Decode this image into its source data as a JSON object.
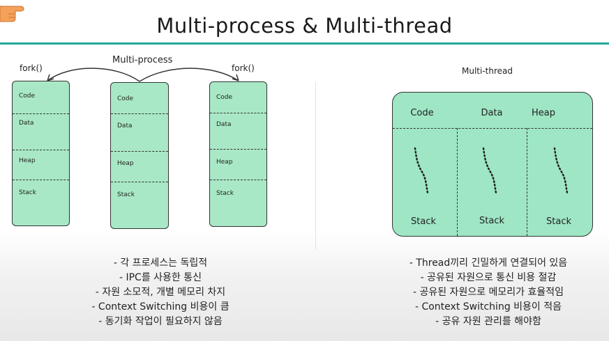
{
  "title": "Multi-process & Multi-thread",
  "multi_process": {
    "heading": "Multi-process",
    "fork_left": "fork()",
    "fork_right": "fork()",
    "segments": [
      "Code",
      "Data",
      "Heap",
      "Stack"
    ]
  },
  "multi_thread": {
    "heading": "Multi-thread",
    "shared": [
      "Code",
      "Data",
      "Heap"
    ],
    "stacks": [
      "Stack",
      "Stack",
      "Stack"
    ]
  },
  "left_bullets": [
    "-  각 프로세스는 독립적",
    "-  IPC를 사용한 통신",
    "-  자원 소모적, 개별 메모리 차지",
    "-  Context Switching 비용이 큼",
    "-  동기화 작업이 필요하지 않음"
  ],
  "right_bullets": [
    "-  Thread끼리 긴밀하게 연결되어 있음",
    "-  공유된 자원으로 통신 비용 절감",
    "-  공유된 자원으로 메모리가 효율적임",
    "-  Context Switching 비용이 적음",
    "-  공유 자원 관리를 해야함"
  ],
  "colors": {
    "accent_line": "#1fa99b",
    "box_fill": "#a8e8c6",
    "pointer": "#f5a15a"
  },
  "icons": [
    "pointing-hand-icon"
  ]
}
